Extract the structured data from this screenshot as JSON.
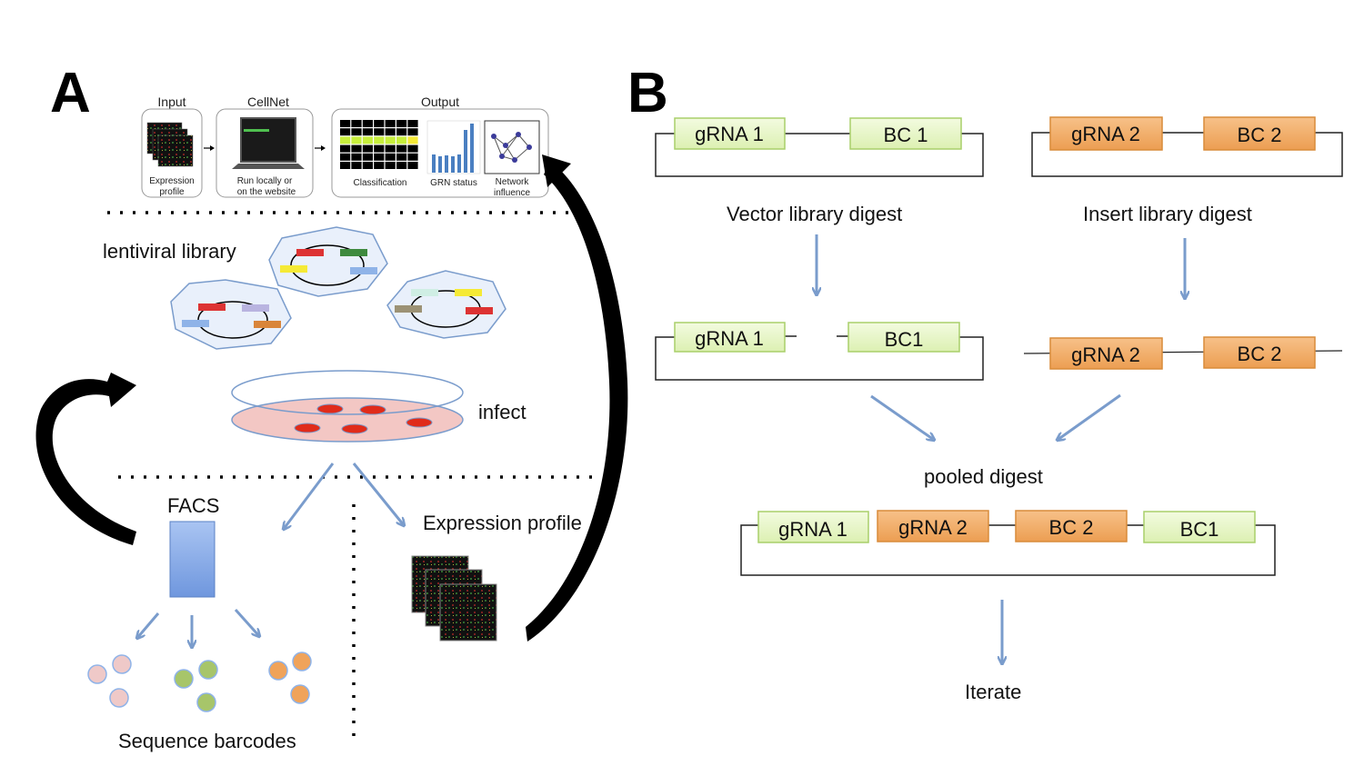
{
  "panel_a": {
    "letter": "A",
    "top_strip": {
      "input_header": "Input",
      "cellnet_header": "CellNet",
      "output_header": "Output",
      "input_caption_1": "Expression",
      "input_caption_2": "profile",
      "cellnet_caption_1": "Run locally or",
      "cellnet_caption_2": "on the website",
      "classification_caption": "Classification",
      "grn_caption": "GRN status",
      "network_caption_1": "Network",
      "network_caption_2": "influence"
    },
    "lentiviral_label": "lentiviral library",
    "infect_label": "infect",
    "facs_label": "FACS",
    "expression_label": "Expression profile",
    "barcodes_label": "Sequence barcodes"
  },
  "panel_b": {
    "letter": "B",
    "vector": {
      "grna": "gRNA 1",
      "bc": "BC 1"
    },
    "insert": {
      "grna": "gRNA 2",
      "bc": "BC 2"
    },
    "vector_digest_label": "Vector library digest",
    "insert_digest_label": "Insert library digest",
    "vector_digested": {
      "grna": "gRNA 1",
      "bc": "BC1"
    },
    "insert_digested": {
      "grna": "gRNA 2",
      "bc": "BC 2"
    },
    "pooled_label": "pooled digest",
    "pooled": {
      "grna1": "gRNA 1",
      "grna2": "gRNA 2",
      "bc2": "BC 2",
      "bc1": "BC1"
    },
    "iterate_label": "Iterate"
  },
  "colors": {
    "green_box_fill": "#e8f7c6",
    "green_box_stroke": "#a9cf6a",
    "orange_box_fill": "#f3b06b",
    "orange_box_stroke": "#d98c3a",
    "arrow_blue": "#7a9ccc"
  }
}
